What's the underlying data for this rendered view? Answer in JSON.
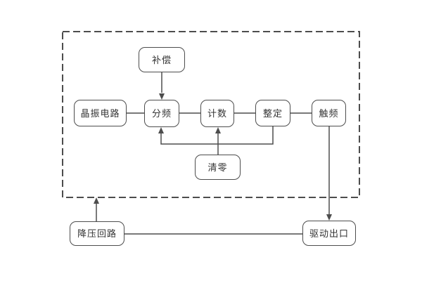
{
  "figure": {
    "type": "block-diagram",
    "background": "#ffffff",
    "colors": {
      "stroke": "#4d4d4d",
      "text": "#333333",
      "node_fill": "#ffffff"
    },
    "nodes": {
      "compensation": {
        "label": "补偿"
      },
      "crystal_oscillator": {
        "label": "晶振电路"
      },
      "frequency_divider": {
        "label": "分频"
      },
      "counter": {
        "label": "计数"
      },
      "setting": {
        "label": "整定"
      },
      "trigger": {
        "label": "触频"
      },
      "reset": {
        "label": "清零"
      },
      "stepdown_loop": {
        "label": "降压回路"
      },
      "drive_output": {
        "label": "驱动出口"
      }
    },
    "container": {
      "name": "dashed-boundary",
      "style": "dashed",
      "contains": [
        "compensation",
        "crystal_oscillator",
        "frequency_divider",
        "counter",
        "setting",
        "trigger",
        "reset"
      ]
    },
    "edges": [
      {
        "from": "compensation",
        "to": "frequency_divider",
        "arrow": true
      },
      {
        "from": "crystal_oscillator",
        "to": "frequency_divider",
        "arrow": false
      },
      {
        "from": "frequency_divider",
        "to": "counter",
        "arrow": false
      },
      {
        "from": "counter",
        "to": "setting",
        "arrow": false
      },
      {
        "from": "setting",
        "to": "trigger",
        "arrow": false
      },
      {
        "from": "setting",
        "to": "frequency_divider",
        "arrow": true,
        "route": "down-left-up feedback"
      },
      {
        "from": "reset",
        "to": "counter",
        "arrow": true
      },
      {
        "from": "trigger",
        "to": "drive_output",
        "arrow": true
      },
      {
        "from": "stepdown_loop",
        "to": "dashed-boundary",
        "arrow": true
      },
      {
        "from": "stepdown_loop",
        "to": "drive_output",
        "arrow": false
      }
    ]
  }
}
